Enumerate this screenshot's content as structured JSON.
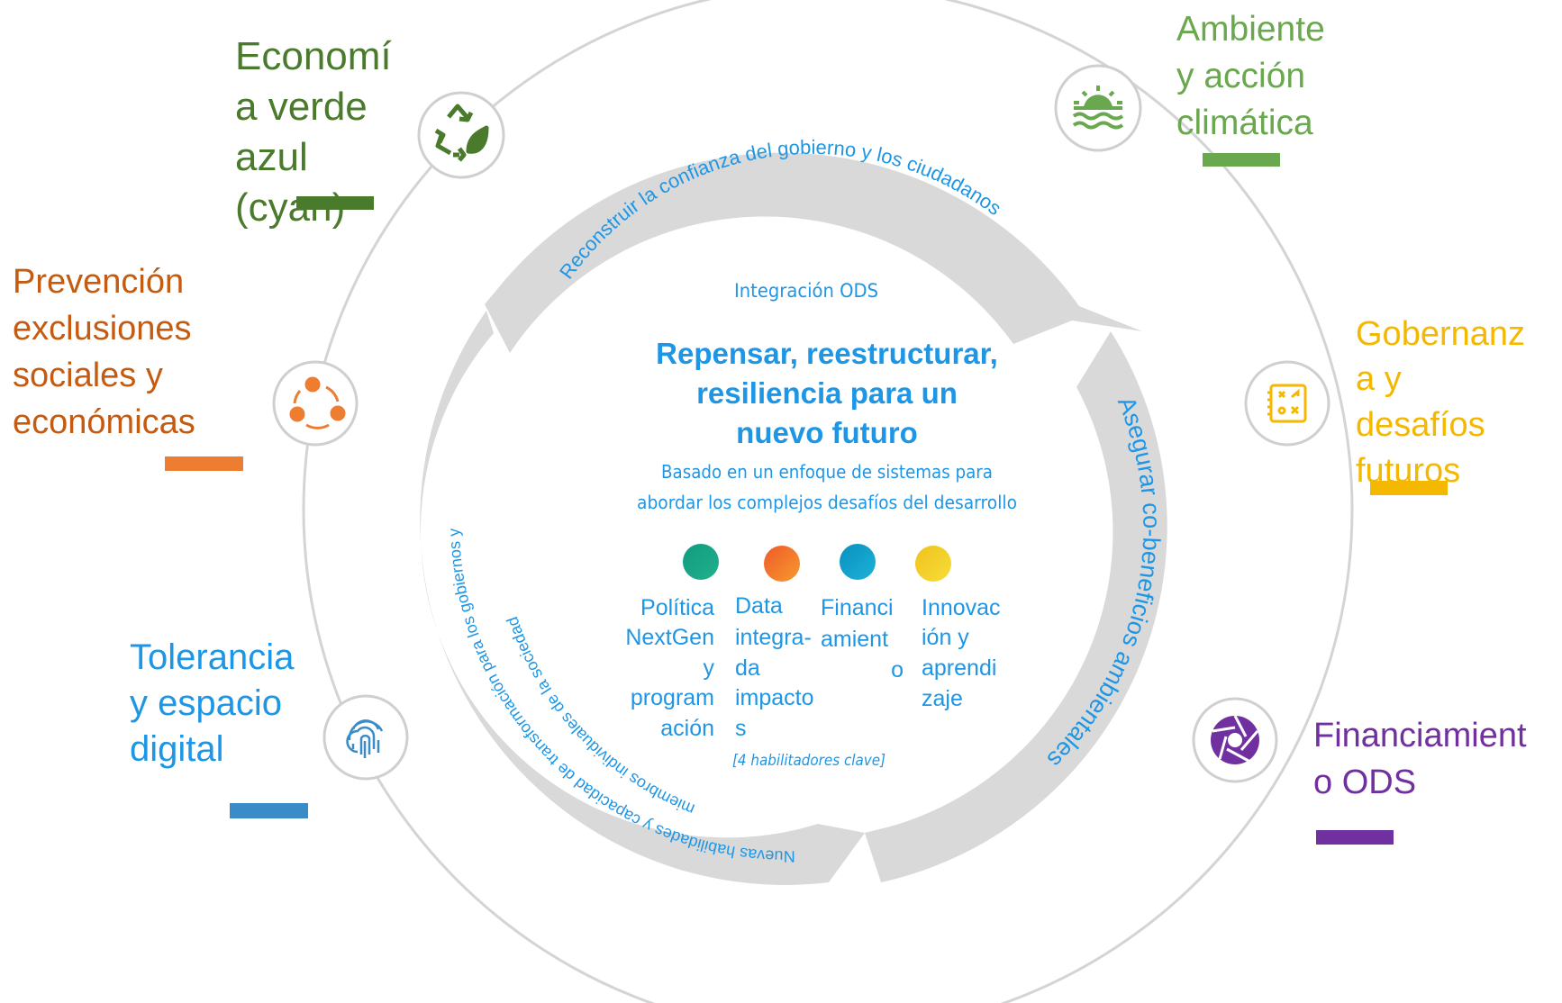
{
  "center": {
    "integration_label": "Integración ODS",
    "title_lines": [
      "Repensar, reestructurar,",
      "resiliencia para un",
      "nuevo futuro"
    ],
    "subtitle_lines": [
      "Basado en un enfoque de sistemas para",
      "abordar los complejos desafíos del desarrollo"
    ],
    "enablers_caption": "[4 habilitadores clave]",
    "enablers": [
      {
        "lines": [
          "Política",
          "NextGen",
          "y",
          "program",
          "ación"
        ],
        "color_from": "#0f9b7f",
        "color_to": "#23b08c",
        "align": "end"
      },
      {
        "lines": [
          "Data",
          "integra-",
          "da",
          "impacto",
          "s"
        ],
        "color_from": "#ef5a2a",
        "color_to": "#f79a2e",
        "align": "start"
      },
      {
        "lines": [
          "Financi",
          "amient",
          "o"
        ],
        "color_from": "#0a8fc0",
        "color_to": "#1cb3d6",
        "align": "mixed"
      },
      {
        "lines": [
          "Innovac",
          "ión y",
          "aprendi",
          "zaje"
        ],
        "color_from": "#f0c21c",
        "color_to": "#f7dd3a",
        "align": "start"
      }
    ]
  },
  "cycle": {
    "top_arrow_text": "Reconstruir la confianza del gobierno y los ciudadanos",
    "right_arrow_text": "Asegurar co-beneficios ambientales",
    "left_arrow_line1": "Nuevas habilidades y capacidad de transformación para los gobiernos y",
    "left_arrow_line2": "miembros individuales de la sociedad"
  },
  "topics": [
    {
      "id": "economia",
      "lines": [
        "Economí",
        "a verde",
        "azul",
        "(cyan)"
      ],
      "color": "#4a7a2c",
      "icon": "recycle-leaf-icon",
      "bar_color": "#4a7a2c"
    },
    {
      "id": "ambiente",
      "lines": [
        "Ambiente",
        "y acción",
        "climática"
      ],
      "color": "#6aa84f",
      "icon": "sunrise-waves-icon",
      "bar_color": "#6aa84f"
    },
    {
      "id": "prevencion",
      "lines": [
        "Prevención",
        "exclusiones",
        "sociales y",
        "económicas"
      ],
      "color": "#c55a11",
      "icon": "cycle-nodes-icon",
      "bar_color": "#ed7d31"
    },
    {
      "id": "gobernanza",
      "lines": [
        "Gobernanz",
        "a y",
        "desafíos",
        "futuros"
      ],
      "color": "#f5b800",
      "icon": "strategy-board-icon",
      "bar_color": "#f5b800"
    },
    {
      "id": "tolerancia",
      "lines": [
        "Tolerancia",
        "y espacio",
        "digital"
      ],
      "color": "#1e96e6",
      "icon": "fingerprint-icon",
      "bar_color": "#3a8cc7"
    },
    {
      "id": "financiamiento",
      "lines": [
        "Financiamient",
        "o ODS"
      ],
      "color": "#7030a0",
      "icon": "aperture-icon",
      "bar_color": "#7030a0"
    }
  ],
  "colors": {
    "ring": "#d4d4d4",
    "arrow": "#d9d9d9",
    "center_blue": "#1e96e6"
  }
}
